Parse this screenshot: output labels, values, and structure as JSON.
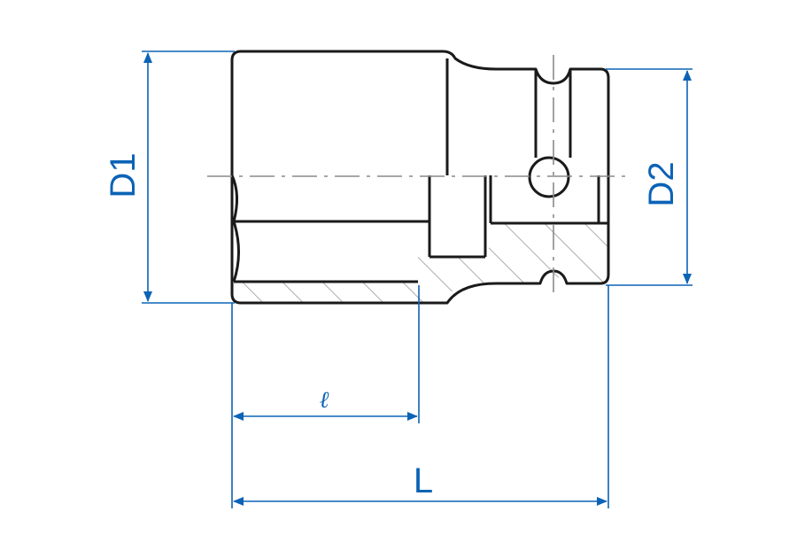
{
  "colors": {
    "outline": "#1a1a1a",
    "dimension": "#0b63b6",
    "centerline": "#8a8a8a",
    "hatch": "#8a8a8a",
    "background": "#ffffff"
  },
  "labels": {
    "d1": "D1",
    "d2": "D2",
    "ell": "ℓ",
    "length": "L"
  }
}
